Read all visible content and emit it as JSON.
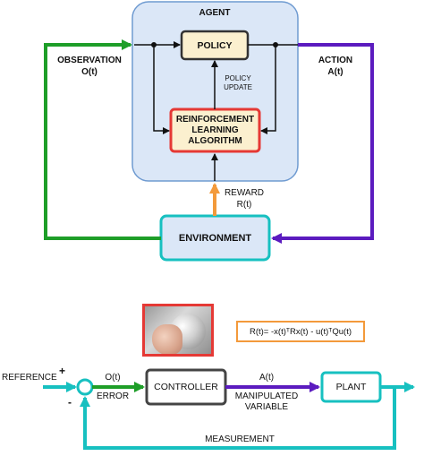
{
  "top": {
    "agent_label": "AGENT",
    "policy_label": "POLICY",
    "policy_update_label": "POLICY\nUPDATE",
    "rl_label": "REINFORCEMENT\nLEARNING\nALGORITHM",
    "environment_label": "ENVIRONMENT",
    "observation_label": "OBSERVATION",
    "observation_sym": "O(t)",
    "action_label": "ACTION",
    "action_sym": "A(t)",
    "reward_label": "REWARD",
    "reward_sym": "R(t)"
  },
  "bottom": {
    "reward_formula": "R(t)= -x(t)ᵀRx(t) - u(t)ᵀQu(t)",
    "photo": "hand-turning-knob",
    "reference_label": "REFERENCE",
    "plus_sign": "+",
    "minus_sign": "-",
    "observation_sym": "O(t)",
    "error_label": "ERROR",
    "controller_label": "CONTROLLER",
    "action_sym": "A(t)",
    "manipulated_variable_label": "MANIPULATED\nVARIABLE",
    "plant_label": "PLANT",
    "measurement_label": "MEASUREMENT"
  },
  "colors": {
    "observation_green": "#1e9e28",
    "action_purple": "#5b1bbf",
    "reward_orange": "#f39a3b",
    "environment_cyan": "#17c0c0",
    "rl_red": "#e53935",
    "agent_fill": "#dbe7f7",
    "policy_fill": "#fbf0cf"
  }
}
